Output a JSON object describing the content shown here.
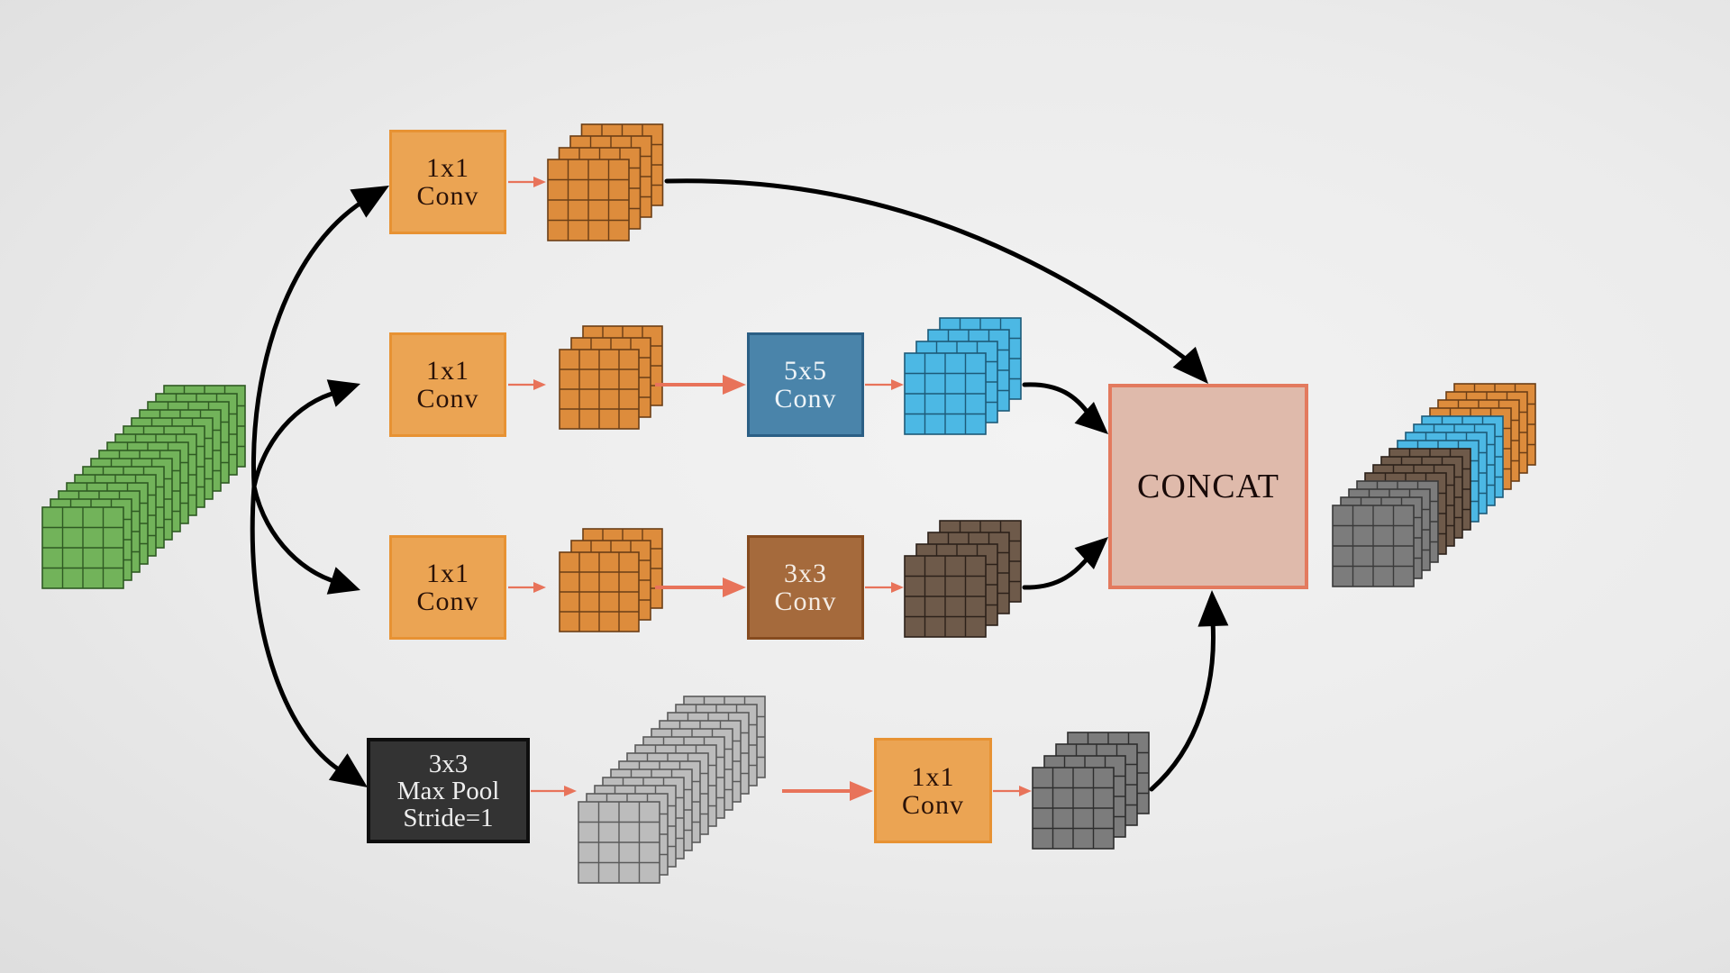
{
  "diagram": {
    "title": "Inception module",
    "input": {
      "name": "input-feature-maps",
      "color": "#72b35a",
      "border": "#2f5a23",
      "layers": 16
    },
    "branches": [
      {
        "id": "branch-1",
        "ops": [
          {
            "label_line1": "1x1",
            "label_line2": "Conv",
            "type": "conv1"
          }
        ],
        "outputs": [
          {
            "color": "#dd8c3c",
            "border": "#6b3e16",
            "layers": 4
          }
        ]
      },
      {
        "id": "branch-2",
        "ops": [
          {
            "label_line1": "1x1",
            "label_line2": "Conv",
            "type": "conv1"
          },
          {
            "label_line1": "5x5",
            "label_line2": "Conv",
            "type": "conv5"
          }
        ],
        "outputs": [
          {
            "color": "#dd8c3c",
            "border": "#6b3e16",
            "layers": 3
          },
          {
            "color": "#4cb8e4",
            "border": "#1d5a78",
            "layers": 4
          }
        ]
      },
      {
        "id": "branch-3",
        "ops": [
          {
            "label_line1": "1x1",
            "label_line2": "Conv",
            "type": "conv1"
          },
          {
            "label_line1": "3x3",
            "label_line2": "Conv",
            "type": "conv3"
          }
        ],
        "outputs": [
          {
            "color": "#dd8c3c",
            "border": "#6b3e16",
            "layers": 3
          },
          {
            "color": "#6e5a4a",
            "border": "#2c211a",
            "layers": 4
          }
        ]
      },
      {
        "id": "branch-4",
        "ops": [
          {
            "label_line1": "3x3",
            "label_line2": "Max Pool",
            "label_line3": "Stride=1",
            "type": "pool"
          },
          {
            "label_line1": "1x1",
            "label_line2": "Conv",
            "type": "conv1"
          }
        ],
        "outputs": [
          {
            "color": "#bcbcbc",
            "border": "#5a5a5a",
            "layers": 14
          },
          {
            "color": "#7c7c7c",
            "border": "#2e2e2e",
            "layers": 4
          }
        ]
      }
    ],
    "concat": {
      "label": "CONCAT"
    },
    "output": {
      "name": "concatenated-feature-maps",
      "groups": [
        {
          "color": "#7c7c7c",
          "border": "#3a3a3a",
          "layers": 4
        },
        {
          "color": "#6e5a4a",
          "border": "#2c211a",
          "layers": 4
        },
        {
          "color": "#4cb8e4",
          "border": "#1d5a78",
          "layers": 4
        },
        {
          "color": "#dd8c3c",
          "border": "#6b3e16",
          "layers": 4
        }
      ]
    },
    "colors": {
      "flow_arrow": "#000000",
      "op_arrow": "#e8735a"
    }
  }
}
